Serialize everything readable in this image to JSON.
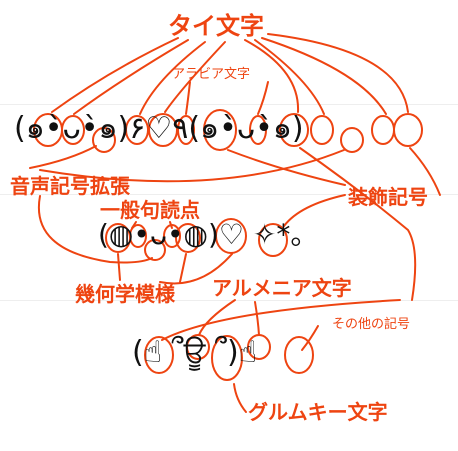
{
  "labels": {
    "thai": "タイ文字",
    "arabic": "アラビア文字",
    "phonetic": "音声記号拡張",
    "decorative": "装飾記号",
    "punctuation": "一般句読点",
    "geometric": "幾何学模様",
    "armenian": "アルメニア文字",
    "other": "その他の記号",
    "gurmukhi": "グルムキー文字"
  },
  "kaomoji": {
    "row1": "(๑•̀ᴗ•̀๑)۶♡٩(๑•̀ᴗ•̀๑)",
    "row2": "(◍•ᴗ•◍)♡ ✧*。",
    "row3": "(☝ ՞ਊ ՞)☝"
  },
  "colors": {
    "accent": "#ee4411",
    "ink": "#111111"
  }
}
